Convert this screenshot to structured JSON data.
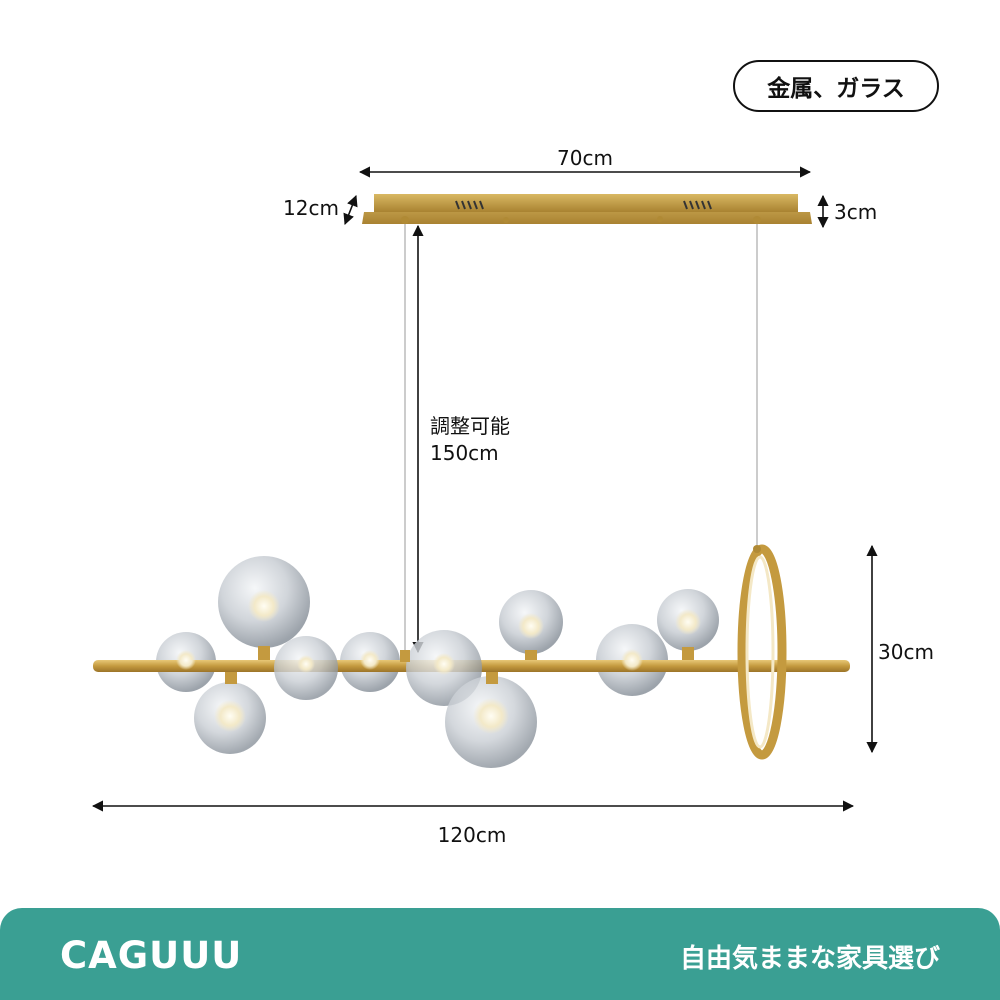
{
  "material_badge": "金属、ガラス",
  "dimensions": {
    "canopy_width": "70cm",
    "canopy_depth": "12cm",
    "canopy_height": "3cm",
    "adjustable_label": "調整可能",
    "adjustable_length": "150cm",
    "fixture_height": "30cm",
    "fixture_length": "120cm"
  },
  "footer": {
    "brand": "CAGUUU",
    "tagline": "自由気ままな家具選び"
  },
  "colors": {
    "gold": "#c9a24a",
    "footer_bg": "#3a9f93"
  }
}
